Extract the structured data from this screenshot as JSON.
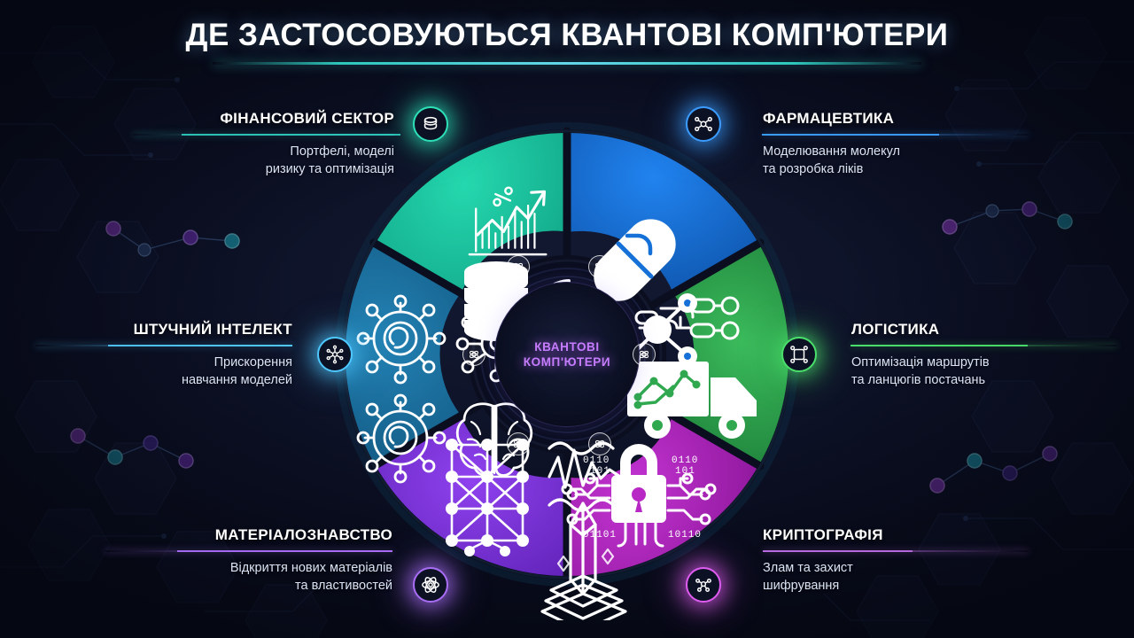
{
  "header": {
    "title": "ДЕ ЗАСТОСОВУЮТЬСЯ КВАНТОВІ КОМП'ЮТЕРИ"
  },
  "hub": {
    "line1": "КВАНТОВІ",
    "line2": "КОМП'ЮТЕРИ"
  },
  "segments": [
    {
      "id": "finance",
      "title": "ФІНАНСОВИЙ СЕКТОР",
      "subtitle_line1": "Портфелі, моделі",
      "subtitle_line2": "ризику та оптимізація",
      "color": "#19c79f",
      "color_dark": "#0f9a82",
      "badge_icon": "coins-icon",
      "mini_icon": "atom-icon",
      "content_icons": [
        "growth-chart-icon",
        "coin-stacks-icon",
        "fingerprint-icon"
      ],
      "side": "left"
    },
    {
      "id": "pharma",
      "title": "ФАРМАЦЕВТИКА",
      "subtitle_line1": "Моделювання молекул",
      "subtitle_line2": "та розробка ліків",
      "color": "#1570d8",
      "color_dark": "#0f56ab",
      "badge_icon": "molecule-icon",
      "mini_icon": "atom-icon",
      "content_icons": [
        "pill-capsule-icon",
        "molecule-icon"
      ],
      "side": "right"
    },
    {
      "id": "logistics",
      "title": "ЛОГІСТИКА",
      "subtitle_line1": "Оптимізація маршрутів",
      "subtitle_line2": "та ланцюгів постачань",
      "color": "#2fa84f",
      "color_dark": "#1d7f39",
      "badge_icon": "route-node-icon",
      "mini_icon": "atom-icon",
      "content_icons": [
        "delivery-truck-icon",
        "network-path-icon"
      ],
      "side": "right"
    },
    {
      "id": "cryptography",
      "title": "КРИПТОГРАФІЯ",
      "subtitle_line1": "Злам та захист",
      "subtitle_line2": "шифрування",
      "color": "#b728c4",
      "color_dark": "#8d179a",
      "badge_icon": "molecule-icon",
      "mini_icon": "atom-icon",
      "content_icons": [
        "padlock-circuit-icon",
        "binary-digits-icon"
      ],
      "side": "right"
    },
    {
      "id": "materials",
      "title": "МАТЕРІАЛОЗНАВСТВО",
      "subtitle_line1": "Відкриття нових матеріалів",
      "subtitle_line2": "та властивостей",
      "color": "#8138e0",
      "color_dark": "#6023b8",
      "badge_icon": "atom-orbit-icon",
      "mini_icon": "atom-icon",
      "content_icons": [
        "crystal-lattice-icon",
        "waveform-icon",
        "crystal-icon"
      ],
      "side": "left"
    },
    {
      "id": "ai",
      "title": "ШТУЧНИЙ ІНТЕЛЕКТ",
      "subtitle_line1": "Прискорення",
      "subtitle_line2": "навчання моделей",
      "color": "#1a6e9e",
      "color_dark": "#135party",
      "badge_icon": "neural-node-icon",
      "mini_icon": "atom-icon",
      "content_icons": [
        "qubit-node-icon",
        "neural-net-icon",
        "brain-icon"
      ],
      "side": "left"
    }
  ],
  "theme": {
    "background": "#0a0e1f",
    "title_color": "#ffffff",
    "hub_text_color": "#c77dff",
    "accent_teal": "#2ec7bc",
    "subtitle_color": "#dbe4f5"
  }
}
